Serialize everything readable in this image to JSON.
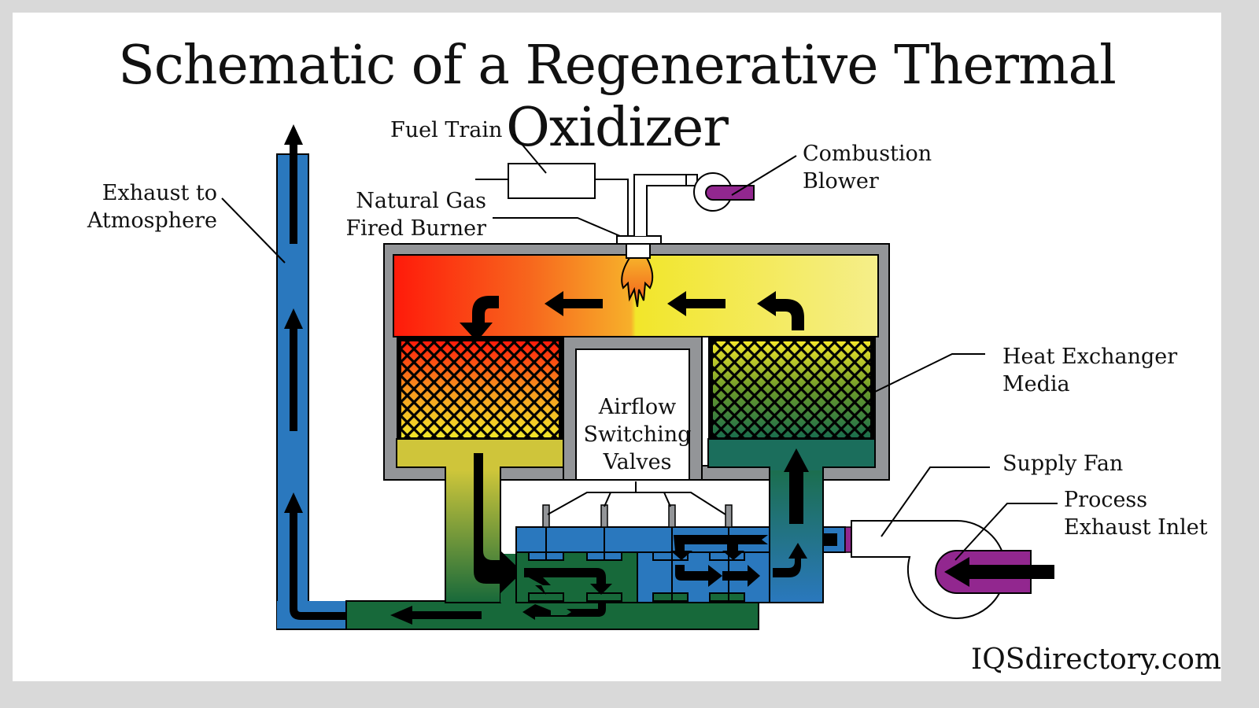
{
  "title": "Schematic of a Regenerative Thermal Oxidizer",
  "labels": {
    "fuel_train": "Fuel Train",
    "natural_gas_burner": "Natural Gas\nFired Burner",
    "combustion_blower": "Combustion\nBlower",
    "exhaust_to_atmosphere": "Exhaust to\nAtmosphere",
    "heat_exchanger_media": "Heat Exchanger\nMedia",
    "airflow_switching_valves": "Airflow\nSwitching\nValves",
    "supply_fan": "Supply Fan",
    "process_exhaust_inlet": "Process\nExhaust Inlet"
  },
  "brand": "IQSdirectory.com",
  "colors": {
    "background": "#d9d9d9",
    "chamber_wall": "#939598",
    "hot_red": "#ff1a0a",
    "hot_orange": "#f7941d",
    "yellow": "#f2e62a",
    "pale_yellow": "#f5ee8a",
    "olive": "#c6c43a",
    "dark_green": "#17693a",
    "teal": "#1b6e5c",
    "blue": "#2a78be",
    "purple": "#92278f",
    "arrow": "#000000"
  }
}
